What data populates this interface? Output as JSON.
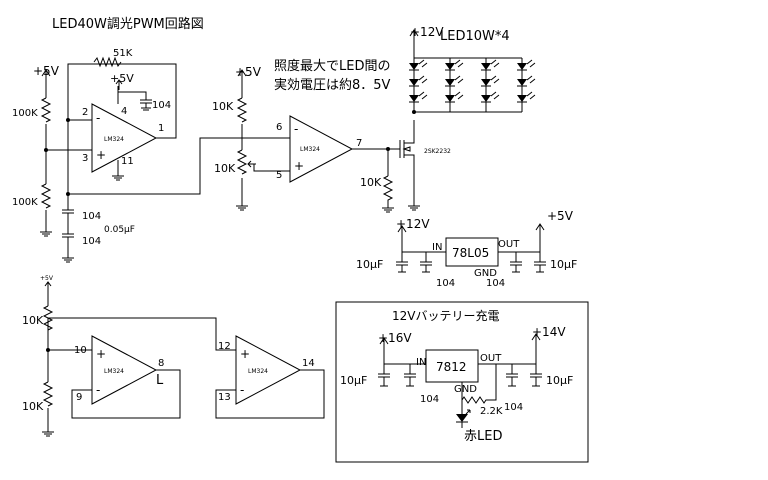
{
  "title": "LED40W調光PWM回路図",
  "note_line1": "照度最大でLED間の",
  "note_line2": "実効電圧は約8．5V",
  "led_label": "LED10W*4",
  "supplies": {
    "p5v": "+5V",
    "p12v": "+12V",
    "p16v": "+16V",
    "p14v": "+14V",
    "p5v_small": "+5V"
  },
  "components": {
    "r51k": "51K",
    "r100k": "100K",
    "r10k": "10K",
    "r2k2": "2.2K",
    "c104": "104",
    "c005": "0.05μF",
    "c10uf": "10μF",
    "opamp": "LM324",
    "mosfet": "2SK2232"
  },
  "regulators": {
    "reg1": "78L05",
    "reg2": "7812",
    "in": "IN",
    "out": "OUT",
    "gnd": "GND"
  },
  "pins": {
    "p1": "1",
    "p2": "2",
    "p3": "3",
    "p4": "4",
    "p5": "5",
    "p6": "6",
    "p7": "7",
    "p8": "8",
    "p9": "9",
    "p10": "10",
    "p11": "11",
    "p12": "12",
    "p13": "13",
    "p14": "14"
  },
  "signs": {
    "minus": "-",
    "plus": "+"
  },
  "output_l": "L",
  "battery_title": "12Vバッテリー充電",
  "red_led": "赤LED"
}
